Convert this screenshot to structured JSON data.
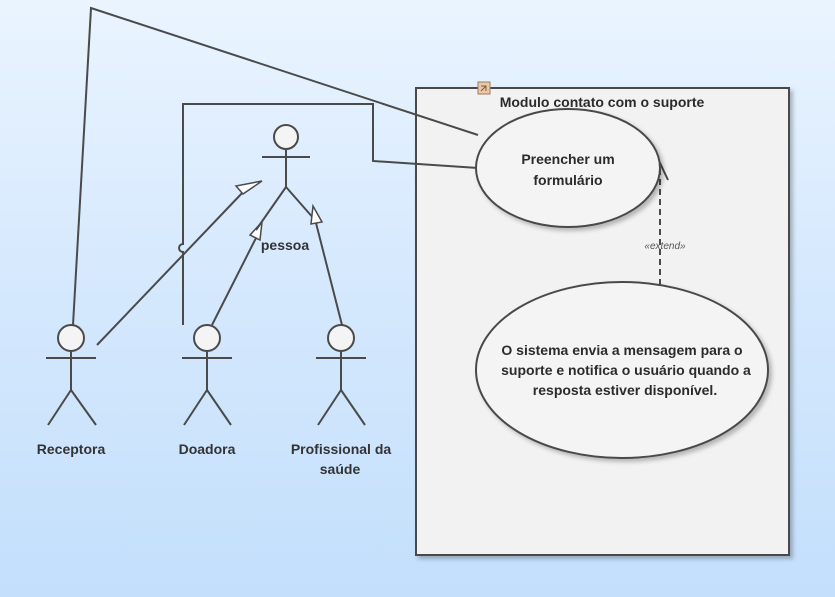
{
  "system_boundary": {
    "title": "Modulo contato com o suporte"
  },
  "use_cases": {
    "form": [
      "Preencher um",
      "formulário"
    ],
    "notify": [
      "O sistema envia a mensagem para o",
      "suporte e notifica o usuário quando a",
      "resposta estiver disponível."
    ]
  },
  "relations": {
    "extend_label": "«extend»"
  },
  "actors": {
    "pessoa": "pessoa",
    "receptora": "Receptora",
    "doadora": "Doadora",
    "profissional": [
      "Profissional da",
      "saúde"
    ]
  },
  "colors": {
    "background_top": "#eaf4ff",
    "background_bottom": "#c3dffc",
    "boundary_fill": "#f2f2f2",
    "usecase_fill": "#f4f4f4",
    "stroke": "#4a4a4a"
  }
}
